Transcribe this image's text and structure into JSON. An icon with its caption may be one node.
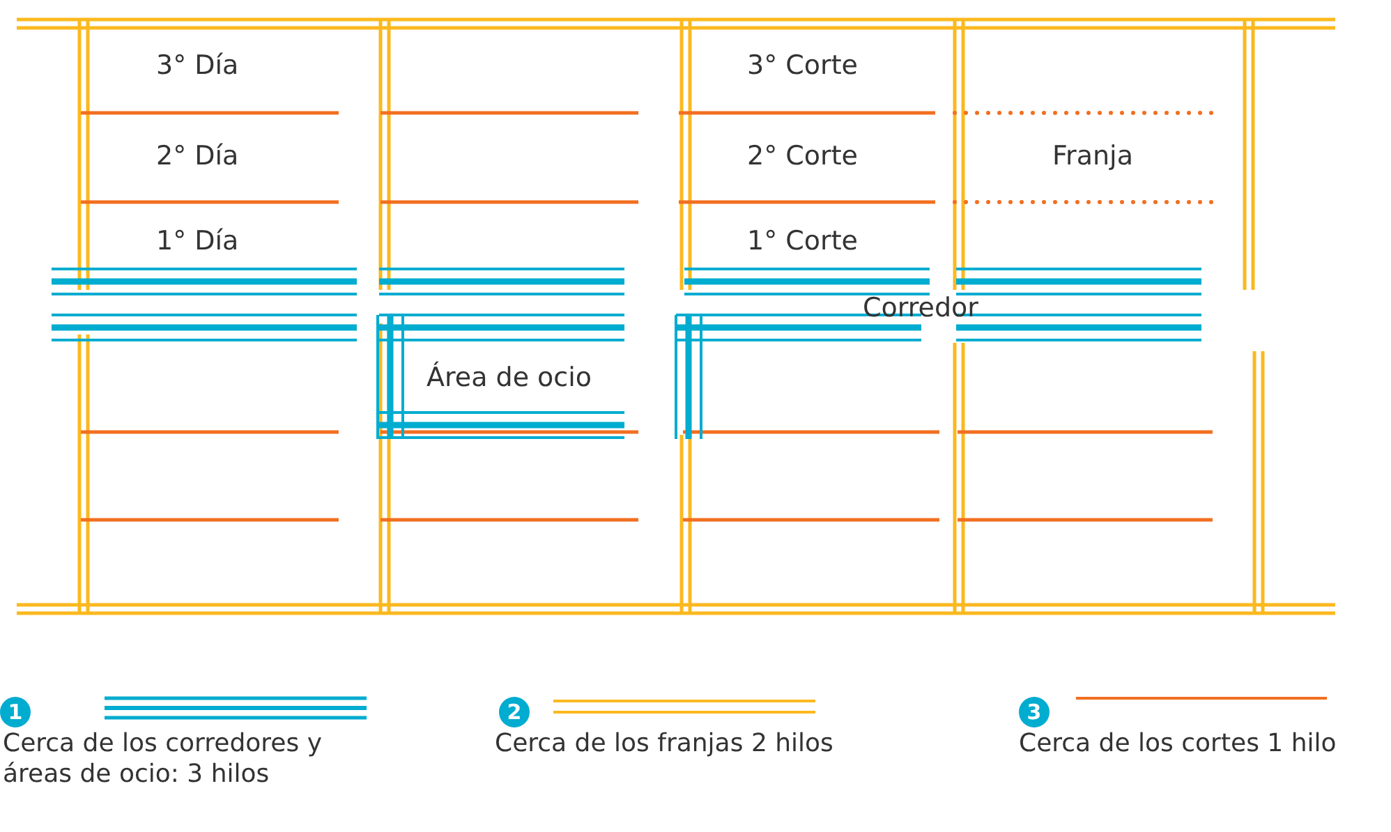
{
  "diagram": {
    "labels": [
      "3° Día",
      "3° Corte",
      "2° Día",
      "2° Corte",
      "Franja",
      "1° Día",
      "1° Corte",
      "Corredor",
      "Área de ocio",
      "1",
      "2",
      "3"
    ],
    "legend": [
      {
        "text": "Cerca de los corredores y áreas de ocio: 3 hilos"
      },
      {
        "text": "Cerca de los franjas 2 hilos"
      },
      {
        "text": "Cerca de los cortes 1 hilo"
      }
    ]
  }
}
